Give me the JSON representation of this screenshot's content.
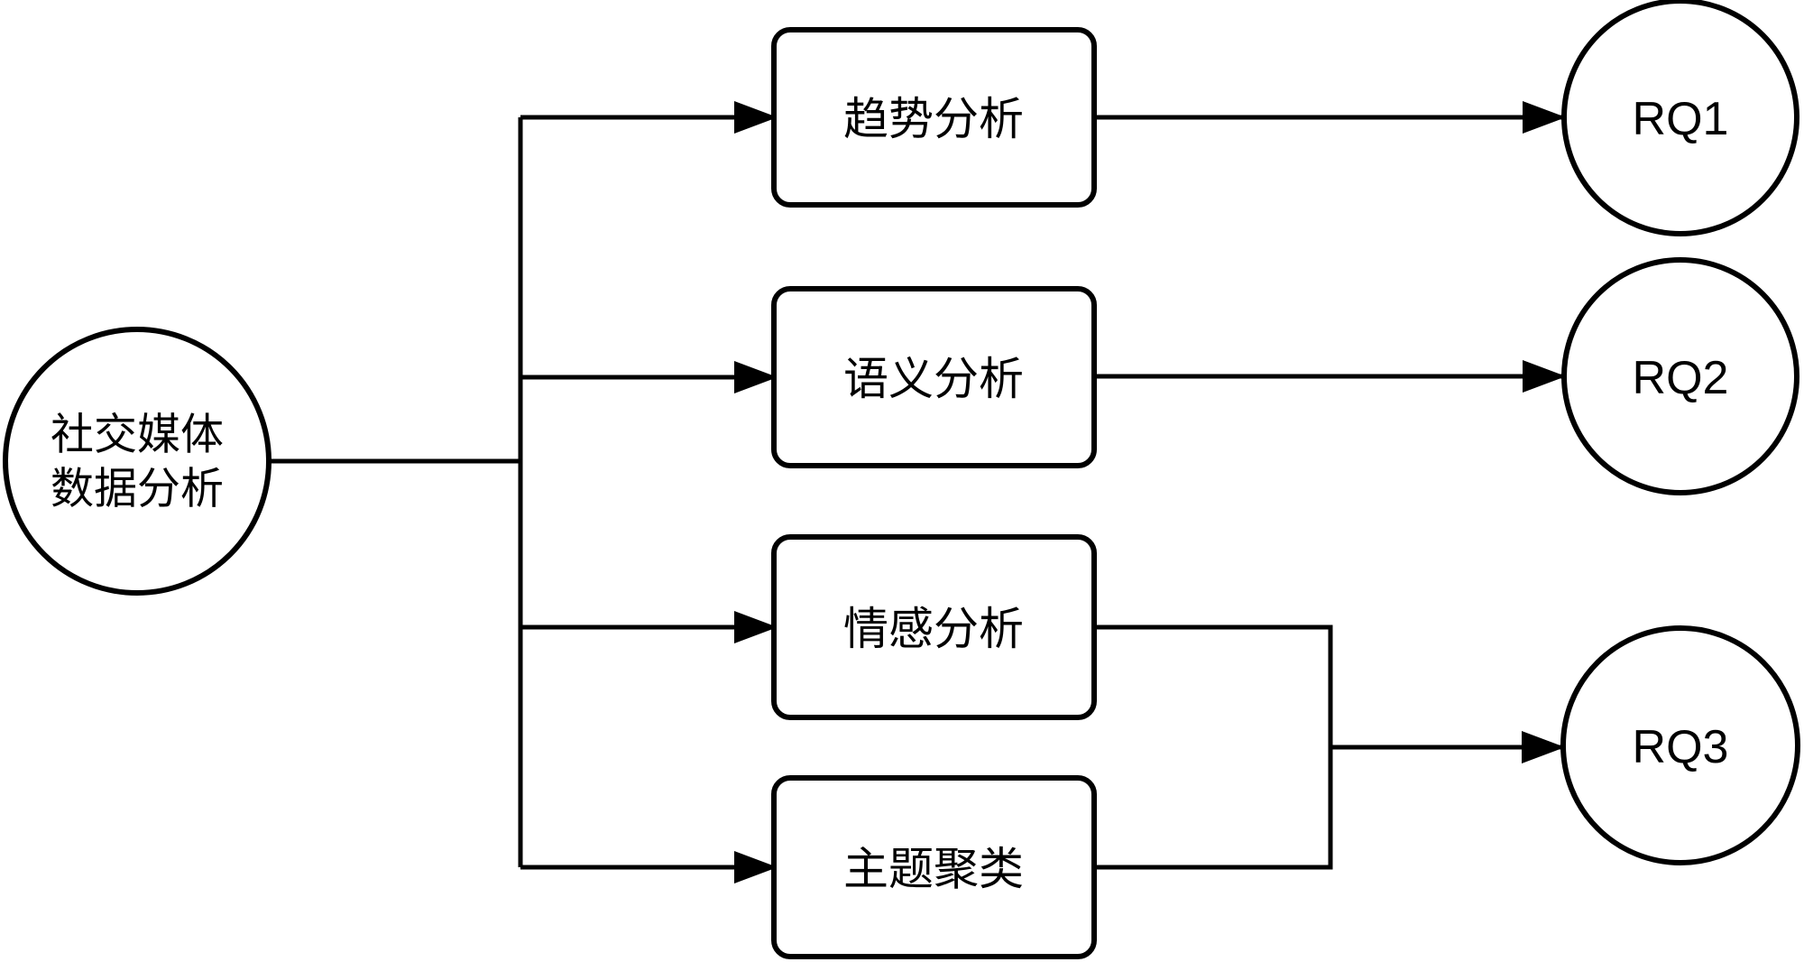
{
  "colors": {
    "stroke": "#000000",
    "node_fill": "#ffffff",
    "text": "#000000",
    "background": "#ffffff"
  },
  "diagram": {
    "root_node": {
      "line1": "社交媒体",
      "line2": "数据分析"
    },
    "method_nodes": [
      {
        "label": "趋势分析"
      },
      {
        "label": "语义分析"
      },
      {
        "label": "情感分析"
      },
      {
        "label": "主题聚类"
      }
    ],
    "outcome_nodes": [
      {
        "label": "RQ1"
      },
      {
        "label": "RQ2"
      },
      {
        "label": "RQ3"
      }
    ],
    "edges": [
      {
        "from": "社交媒体数据分析",
        "to": "趋势分析"
      },
      {
        "from": "社交媒体数据分析",
        "to": "语义分析"
      },
      {
        "from": "社交媒体数据分析",
        "to": "情感分析"
      },
      {
        "from": "社交媒体数据分析",
        "to": "主题聚类"
      },
      {
        "from": "趋势分析",
        "to": "RQ1"
      },
      {
        "from": "语义分析",
        "to": "RQ2"
      },
      {
        "from": "情感分析",
        "to": "RQ3"
      },
      {
        "from": "主题聚类",
        "to": "RQ3"
      }
    ]
  }
}
